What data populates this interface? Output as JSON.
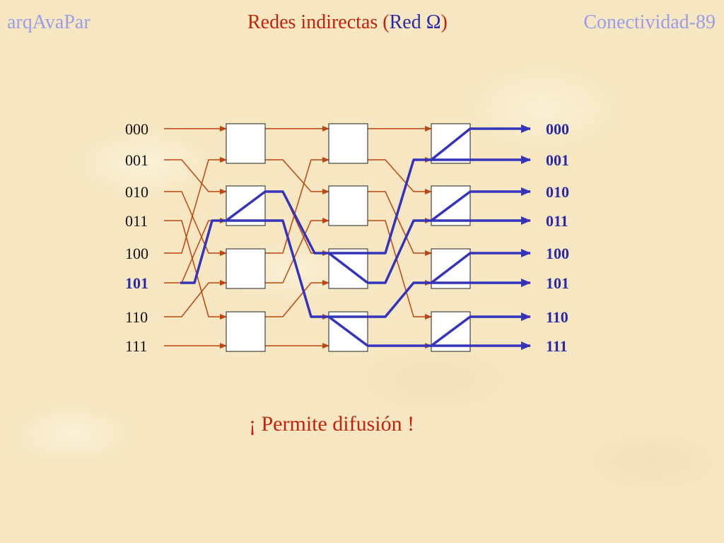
{
  "header": {
    "left": "arqAvaPar",
    "center_prefix": "Redes indirectas (",
    "center_blue": "Red Ω",
    "center_suffix": ")",
    "right": "Conectividad-89"
  },
  "inputs": [
    "000",
    "001",
    "010",
    "011",
    "100",
    "101",
    "110",
    "111"
  ],
  "outputs": [
    "000",
    "001",
    "010",
    "011",
    "100",
    "101",
    "110",
    "111"
  ],
  "highlighted_input": "101",
  "stages": 3,
  "switches_per_stage": 4,
  "note": "¡ Permite difusión !",
  "colors": {
    "link": "#c0440f",
    "broadcast_path": "#3333bb",
    "switch_fill": "#ffffff",
    "switch_border": "#222222"
  }
}
